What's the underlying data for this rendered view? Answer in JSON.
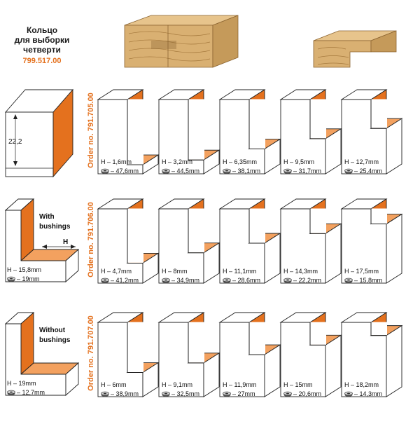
{
  "header": {
    "title_lines": [
      "Кольцо",
      "для выборки",
      "четверти"
    ],
    "code": "799.517.00"
  },
  "colors": {
    "orange": "#e4711e",
    "orange_light": "#f3a15f",
    "wood": "#d9b072",
    "wood_dark": "#b88a4a",
    "order_text": "#e4711e",
    "outline": "#222222"
  },
  "rows": [
    {
      "id": "row-1",
      "order_label": "Order no. 791.705.00",
      "ref": {
        "dimension": "22,2",
        "note": "",
        "height": "",
        "diameter": ""
      },
      "profiles": [
        {
          "h": "H – 1,6mm",
          "d": "– 47,6mm",
          "level": 0.05
        },
        {
          "h": "H – 3,2mm",
          "d": "– 44,5mm",
          "level": 0.12
        },
        {
          "h": "H – 6,35mm",
          "d": "– 38,1mm",
          "level": 0.28
        },
        {
          "h": "H – 9,5mm",
          "d": "– 31,7mm",
          "level": 0.43
        },
        {
          "h": "H – 12,7mm",
          "d": "– 25,4mm",
          "level": 0.58
        }
      ]
    },
    {
      "id": "row-2",
      "order_label": "Order no. 791.706.00",
      "ref": {
        "dimension": "",
        "note": "With bushings",
        "arrow_label": "H",
        "height": "H – 15,8mm",
        "diameter": "– 19mm"
      },
      "profiles": [
        {
          "h": "H – 4,7mm",
          "d": "– 41,2mm",
          "level": 0.21
        },
        {
          "h": "H – 8mm",
          "d": "– 34,9mm",
          "level": 0.36
        },
        {
          "h": "H – 11,1mm",
          "d": "– 28,6mm",
          "level": 0.5
        },
        {
          "h": "H – 14,3mm",
          "d": "– 22,2mm",
          "level": 0.64
        },
        {
          "h": "H – 17,5mm",
          "d": "– 15,8mm",
          "level": 0.78
        }
      ]
    },
    {
      "id": "row-3",
      "order_label": "Order no. 791.707.00",
      "ref": {
        "dimension": "",
        "note": "Without bushings",
        "height": "H – 19mm",
        "diameter": "– 12,7mm"
      },
      "profiles": [
        {
          "h": "H – 6mm",
          "d": "– 38,9mm",
          "level": 0.27
        },
        {
          "h": "H – 9,1mm",
          "d": "– 32,5mm",
          "level": 0.41
        },
        {
          "h": "H – 11,9mm",
          "d": "– 27mm",
          "level": 0.53
        },
        {
          "h": "H – 15mm",
          "d": "– 20,6mm",
          "level": 0.67
        },
        {
          "h": "H – 18,2mm",
          "d": "– 14,3mm",
          "level": 0.81
        }
      ]
    }
  ]
}
